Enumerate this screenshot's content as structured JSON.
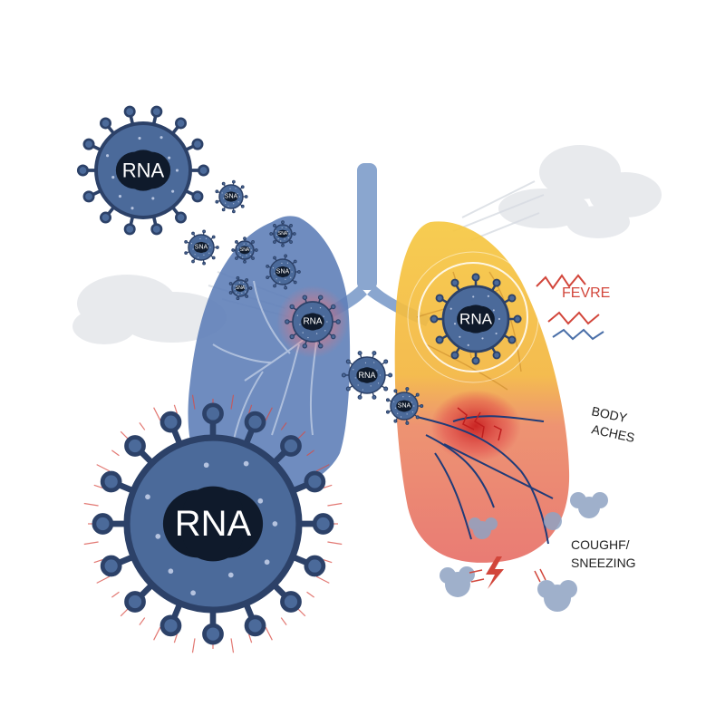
{
  "colors": {
    "virus_body": "#4b6a9a",
    "virus_outline": "#2c4168",
    "virus_core": "#0f1a2b",
    "lung_left": "#5f80b8",
    "lung_right_top": "#f2c23c",
    "lung_right_bottom": "#e7746e",
    "trachea": "#8aa6cf",
    "inflammation": "#d93a3a",
    "fever_red": "#d2463b",
    "fever_blue": "#4a6fa8",
    "label_text": "#222222"
  },
  "viruses": {
    "top_left": {
      "label": "RNA"
    },
    "small_a": {
      "label": "SNA"
    },
    "small_b": {
      "label": "SNA"
    },
    "small_c": {
      "label": "SNA"
    },
    "small_d": {
      "label": "SNA"
    },
    "small_e": {
      "label": "SNA"
    },
    "small_f": {
      "label": "SNA"
    },
    "glowing_left": {
      "label": "RNA"
    },
    "mid": {
      "label": "RNA"
    },
    "mid_small": {
      "label": "SNA"
    },
    "lung_right": {
      "label": "RNA"
    },
    "large_bottom": {
      "label": "RNA"
    }
  },
  "labels": {
    "fever": "FEVRE",
    "body_aches_line1": "BODY",
    "body_aches_line2": "ACHES",
    "cough_line1": "COUGHF/",
    "cough_line2": "SNEEZING"
  }
}
